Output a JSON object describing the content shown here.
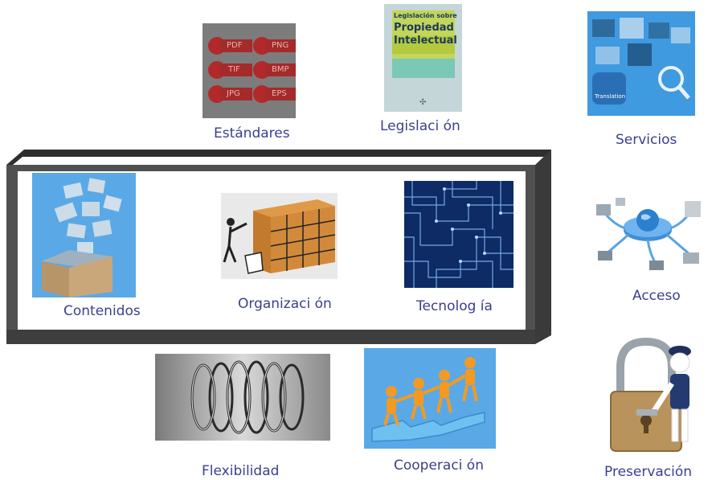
{
  "top": {
    "standards": {
      "label": "Estándares",
      "formats": [
        "PDF",
        "PNG",
        "TIF",
        "BMP",
        "JPG",
        "EPS"
      ]
    },
    "legislation": {
      "label": "Legislaci ón",
      "book_title_small": "Legislación sobre",
      "book_title_big_1": "Propiedad",
      "book_title_big_2": "Intelectual"
    },
    "services": {
      "label": "Servicios",
      "badge_text": "Translation"
    }
  },
  "core_box": {
    "items": [
      {
        "label": "Contenidos"
      },
      {
        "label": "Organizaci ón"
      },
      {
        "label": "Tecnolog ía"
      }
    ]
  },
  "right": {
    "access": {
      "label": "Acceso"
    },
    "preservation": {
      "label": "Preservación"
    }
  },
  "bottom": {
    "flexibility": {
      "label": "Flexibilidad"
    },
    "cooperation": {
      "label": "Cooperaci ón"
    }
  },
  "colors": {
    "label_text": "#3b3f8f",
    "frame_dark": "#3c3c3c",
    "frame_gray": "#6e6e6e",
    "sky_blue": "#5aa9e6",
    "format_red": "#b3282a"
  }
}
